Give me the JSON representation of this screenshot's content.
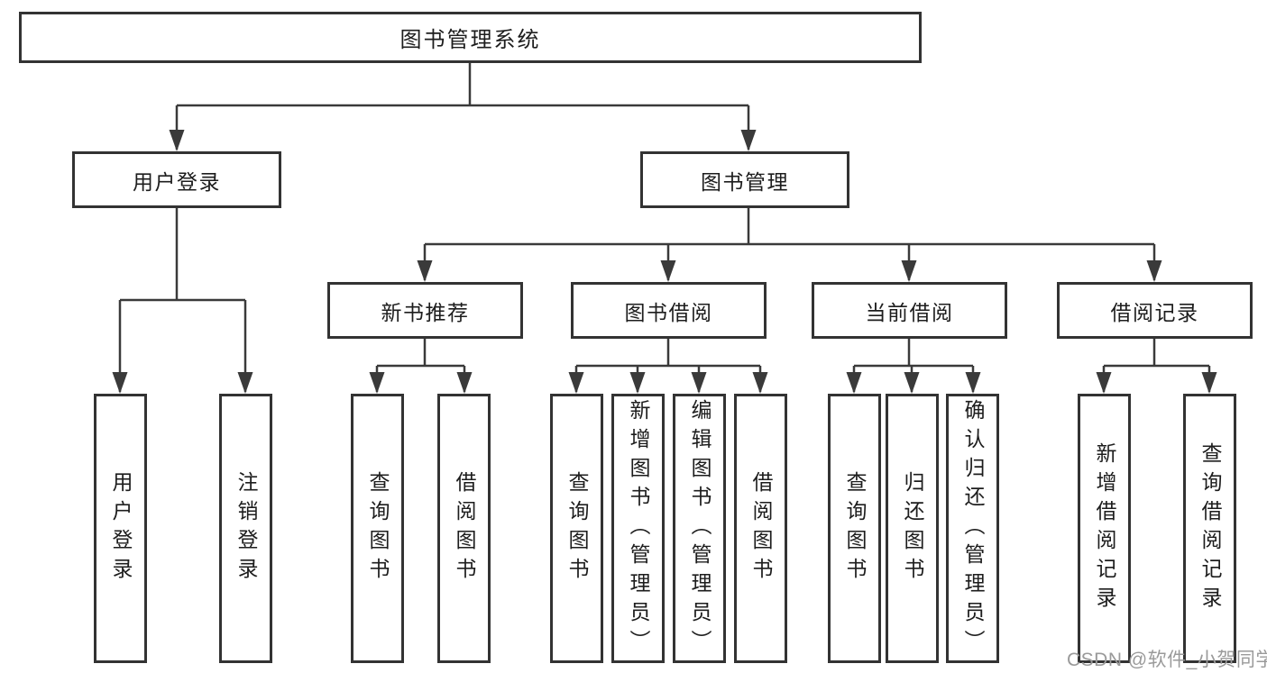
{
  "colors": {
    "background": "#ffffff",
    "line": "#3a3a3a",
    "box-border": "#333333",
    "box-fill": "#ffffff",
    "text": "#1d1d1d",
    "watermark": "#9a9a9a"
  },
  "diagram": {
    "root": {
      "label": "图书管理系统",
      "children": [
        {
          "label": "用户登录",
          "children": [
            {
              "label": "用户登录"
            },
            {
              "label": "注销登录"
            }
          ]
        },
        {
          "label": "图书管理",
          "children": [
            {
              "label": "新书推荐",
              "children": [
                {
                  "label": "查询图书"
                },
                {
                  "label": "借阅图书"
                }
              ]
            },
            {
              "label": "图书借阅",
              "children": [
                {
                  "label": "查询图书"
                },
                {
                  "label": "新增图书（管理员）"
                },
                {
                  "label": "编辑图书（管理员）"
                },
                {
                  "label": "借阅图书"
                }
              ]
            },
            {
              "label": "当前借阅",
              "children": [
                {
                  "label": "查询图书"
                },
                {
                  "label": "归还图书"
                },
                {
                  "label": "确认归还（管理员）"
                }
              ]
            },
            {
              "label": "借阅记录",
              "children": [
                {
                  "label": "新增借阅记录"
                },
                {
                  "label": "查询借阅记录"
                }
              ]
            }
          ]
        }
      ]
    }
  },
  "watermark": {
    "text": "CSDN @软件_小贺同学"
  }
}
